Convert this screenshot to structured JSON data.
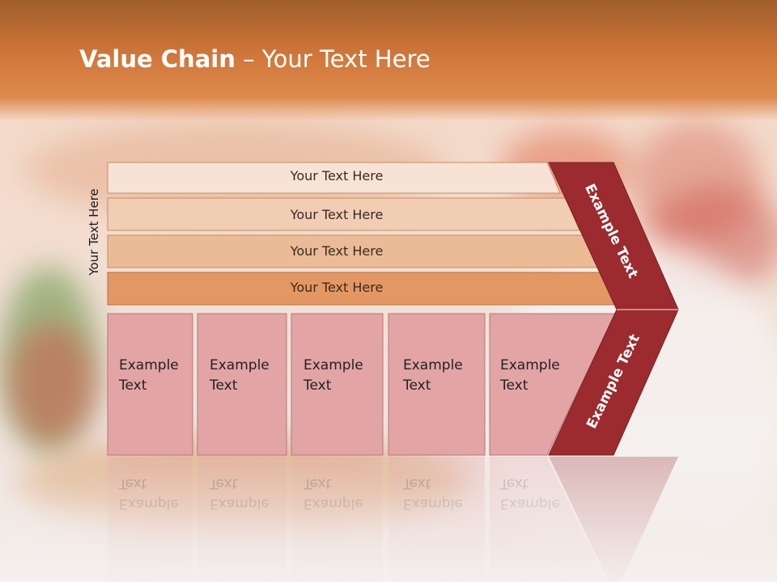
{
  "colors": {
    "header_top": "#a05e2a",
    "header_bottom": "#dd8a4c",
    "band_1": "#f6e3d6",
    "band_2": "#f0cdb3",
    "band_3": "#ebbb95",
    "band_4": "#e39763",
    "cell_fill": "#e3a4a6",
    "arrow_fill": "#9b2b2e"
  },
  "header": {
    "title_bold": "Value Chain",
    "title_rest": " – Your Text Here"
  },
  "side_label": "Your Text Here",
  "bands": [
    {
      "label": "Your Text Here"
    },
    {
      "label": "Your Text Here"
    },
    {
      "label": "Your Text Here"
    },
    {
      "label": "Your Text Here"
    }
  ],
  "cells": [
    {
      "line1": "Example",
      "line2": "Text"
    },
    {
      "line1": "Example",
      "line2": "Text"
    },
    {
      "line1": "Example",
      "line2": "Text"
    },
    {
      "line1": "Example",
      "line2": "Text"
    },
    {
      "line1": "Example",
      "line2": "Text"
    }
  ],
  "arrow": {
    "upper_label": "Example Text",
    "lower_label": "Example Text"
  }
}
